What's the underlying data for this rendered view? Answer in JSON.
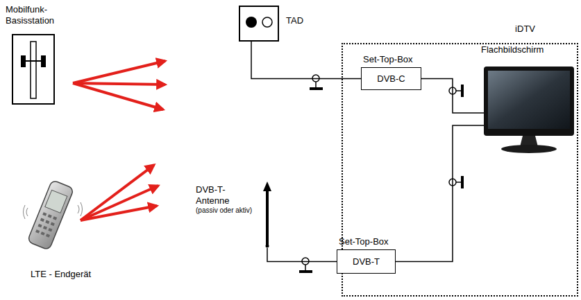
{
  "diagram": {
    "nodes": [
      {
        "text": [
          "TAD"
        ]
      },
      {
        "text": [
          "iDTV"
        ]
      },
      {
        "text": [
          "Set-Top-Box",
          "DVB-C"
        ],
        "in": 1
      },
      {
        "text": [
          "Flachbildschirm"
        ],
        "in": 1
      },
      {
        "text": [
          "DVB-T- Antenne",
          "(passiv oder aktiv)"
        ]
      },
      {
        "text": [
          "Set-Top-Box",
          "DVB-T"
        ],
        "in": 1
      }
    ],
    "edges": [
      {
        "from": 0,
        "to": 2,
        "arrow": "none"
      },
      {
        "from": 2,
        "to": 3,
        "arrow": "none"
      },
      {
        "from": 5,
        "to": 3,
        "arrow": "none"
      },
      {
        "from": 4,
        "to": 5,
        "arrow": "none"
      }
    ],
    "labels": [
      "Mobilfunk- Basisstation",
      "LTE - Endgerät"
    ]
  }
}
